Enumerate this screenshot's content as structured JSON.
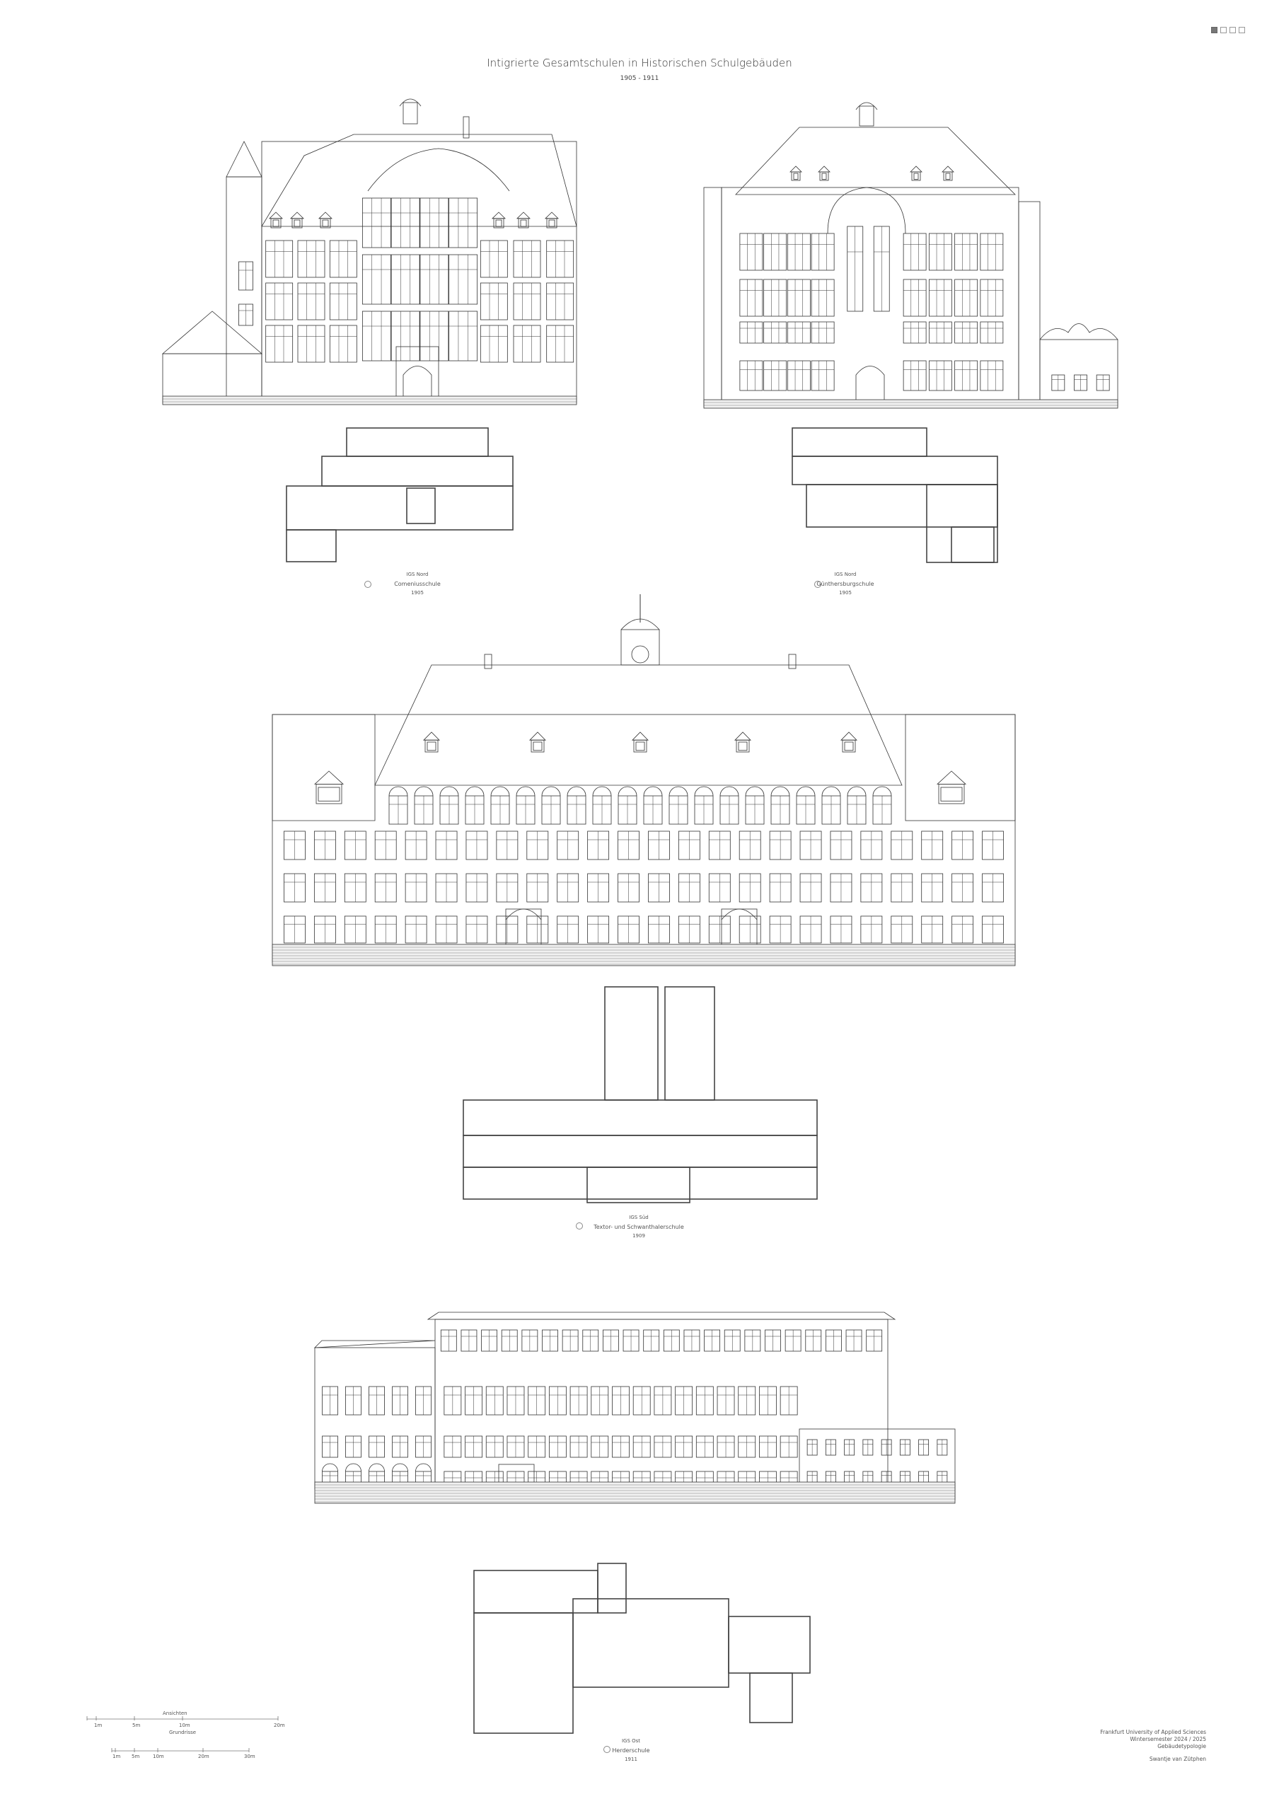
{
  "header": {
    "title": "Intigrierte Gesamtschulen in Historischen Schulgebäuden",
    "years": "1905 - 1911"
  },
  "pagination": {
    "total": 4,
    "active": 1
  },
  "schools": [
    {
      "district": "IGS Nord",
      "name": "Comeniusschule",
      "year": "1905"
    },
    {
      "district": "IGS Nord",
      "name": "Günthersburgschule",
      "year": "1905"
    },
    {
      "district": "IGS Süd",
      "name": "Textor- und Schwanthalerschule",
      "year": "1909"
    },
    {
      "district": "IGS Ost",
      "name": "Herderschule",
      "year": "1911"
    }
  ],
  "scales": {
    "elevations": {
      "label": "Ansichten",
      "ticks": [
        "1m",
        "5m",
        "10m",
        "20m"
      ]
    },
    "plans": {
      "label": "Grundrisse",
      "ticks": [
        "1m",
        "5m",
        "10m",
        "20m",
        "30m"
      ]
    }
  },
  "credits": {
    "institution": "Frankfurt University of Applied Sciences",
    "semester": "Wintersemester 2024 / 2025",
    "course": "Gebäudetypologie",
    "author": "Swantje van Zütphen"
  }
}
